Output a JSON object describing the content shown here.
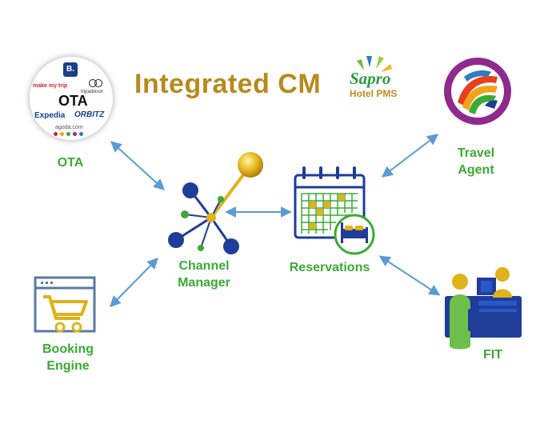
{
  "header": {
    "title": "Integrated CM",
    "brand_name": "Sapro",
    "brand_subtitle": "Hotel PMS"
  },
  "nodes": {
    "ota": {
      "label": "OTA",
      "logo_texts": {
        "booking": "B.",
        "makemytrip": "make my trip",
        "tripadvisor": "tripadvisor",
        "ota": "OTA",
        "expedia": "Expedia",
        "orbitz": "ORBITZ",
        "agoda": "agoda.com"
      }
    },
    "travel_agent": {
      "label_line1": "Travel",
      "label_line2": "Agent"
    },
    "channel_manager": {
      "label_line1": "Channel",
      "label_line2": "Manager"
    },
    "reservations": {
      "label": "Reservations"
    },
    "booking_engine": {
      "label_line1": "Booking",
      "label_line2": "Engine"
    },
    "fit": {
      "label": "FIT"
    }
  },
  "colors": {
    "label_green": "#3aaa35",
    "title_gold": "#b68a1c",
    "arrow_blue": "#5b9bd5",
    "navy": "#1f3d99",
    "gold": "#e0b21b"
  },
  "icons": {
    "ota": "ota-logos-circle",
    "travel_agent": "globe-logo-icon",
    "channel_manager": "network-hub-icon",
    "reservations": "calendar-bed-icon",
    "booking_engine": "shopping-cart-icon",
    "fit": "front-desk-person-icon"
  }
}
